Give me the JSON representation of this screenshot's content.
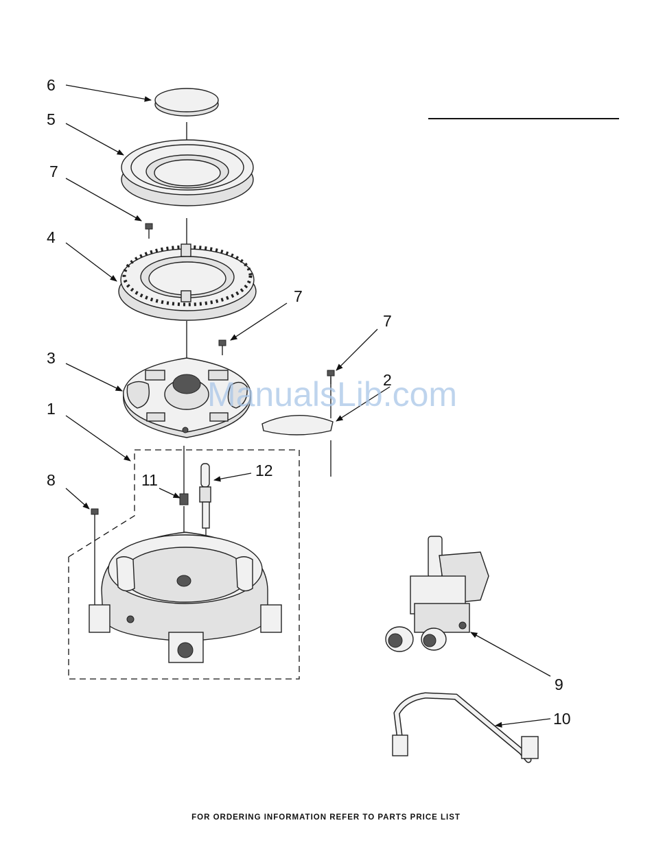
{
  "callouts": {
    "c1": "1",
    "c2": "2",
    "c3": "3",
    "c4": "4",
    "c5": "5",
    "c6": "6",
    "c7a": "7",
    "c7b": "7",
    "c7c": "7",
    "c8": "8",
    "c9": "9",
    "c10": "10",
    "c11": "11",
    "c12": "12"
  },
  "watermark": "ManualsLib.com",
  "footer": "FOR ORDERING INFORMATION REFER TO PARTS PRICE LIST",
  "colors": {
    "line": "#111111",
    "watermark": "#a9c6e8"
  }
}
